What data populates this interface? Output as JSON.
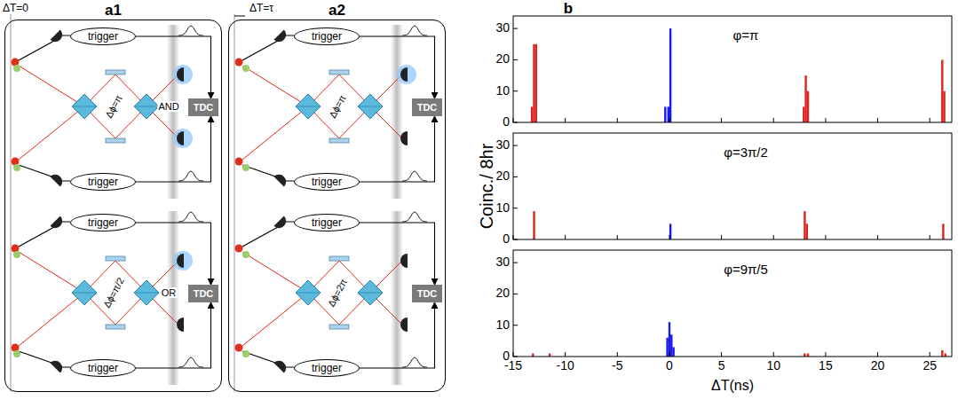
{
  "diagram": {
    "nodes": [
      {
        "text": [
          "a1"
        ]
      },
      {
        "text": [
          "trigger"
        ],
        "in": 0
      },
      {
        "text": [
          "TDC"
        ],
        "in": 0
      },
      {
        "text": [
          "trigger"
        ],
        "in": 0
      },
      {
        "text": [
          "trigger"
        ],
        "in": 0
      },
      {
        "text": [
          "TDC"
        ],
        "in": 0
      },
      {
        "text": [
          "trigger"
        ],
        "in": 0
      },
      {
        "text": [
          "a2"
        ]
      },
      {
        "text": [
          "trigger"
        ],
        "in": 7
      },
      {
        "text": [
          "TDC"
        ],
        "in": 7
      },
      {
        "text": [
          "trigger"
        ],
        "in": 7
      },
      {
        "text": [
          "trigger"
        ],
        "in": 7
      },
      {
        "text": [
          "TDC"
        ],
        "in": 7
      },
      {
        "text": [
          "trigger"
        ],
        "in": 7
      }
    ],
    "edges": [
      {
        "from": 1,
        "to": 2,
        "arrow": "to"
      },
      {
        "from": 3,
        "to": 2,
        "arrow": "to"
      },
      {
        "from": 4,
        "to": 5,
        "arrow": "to"
      },
      {
        "from": 6,
        "to": 5,
        "arrow": "to"
      },
      {
        "from": 8,
        "to": 9,
        "arrow": "to"
      },
      {
        "from": 10,
        "to": 9,
        "arrow": "to"
      },
      {
        "from": 11,
        "to": 12,
        "arrow": "to"
      },
      {
        "from": 13,
        "to": 12,
        "arrow": "to"
      }
    ],
    "labels": [
      "ΔT=0",
      "Δϕ=π",
      "AND",
      "Δϕ=π/2",
      "OR",
      "ΔT=τ",
      "Δϕ=π",
      "Δϕ=2π",
      "b",
      "φ=π",
      "φ=3π/2",
      "φ=9π/5",
      "Coinc./ 8hr",
      "0",
      "10",
      "20",
      "30",
      "0",
      "10",
      "20",
      "30",
      "0",
      "10",
      "20",
      "30",
      "-15",
      "-10",
      "-5",
      "0",
      "5",
      "10",
      "15",
      "20",
      "25",
      "ΔT(ns)"
    ]
  }
}
